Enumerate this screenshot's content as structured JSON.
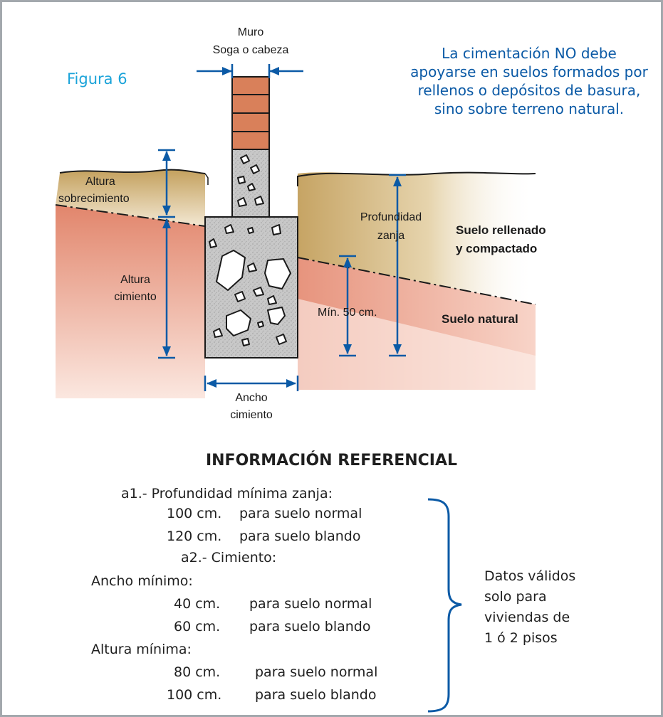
{
  "figure": {
    "label": "Figura 6",
    "note": "La cimentación NO debe apoyarse en suelos formados por rellenos o depósitos de basura, sino sobre terreno natural.",
    "wall_label_1": "Muro",
    "wall_label_2": "Soga o cabeza",
    "altura_sobrecimiento_1": "Altura",
    "altura_sobrecimiento_2": "sobrecimiento",
    "altura_cimiento_1": "Altura",
    "altura_cimiento_2": "cimiento",
    "profundidad_1": "Profundidad",
    "profundidad_2": "zanja",
    "min_depth": "Mín. 50 cm.",
    "ancho_1": "Ancho",
    "ancho_2": "cimiento",
    "suelo_rellenado_1": "Suelo rellenado",
    "suelo_rellenado_2": "y compactado",
    "suelo_natural": "Suelo natural",
    "colors": {
      "blue_arrow": "#0b5aa6",
      "label_cyan": "#1aa3d9",
      "brick": "#d77c57",
      "concrete": "#c9c9c9",
      "fill_soil": "#c4a15e",
      "natural_soil": "#e38c72"
    }
  },
  "info": {
    "title": "INFORMACIÓN REFERENCIAL",
    "a1_heading": "a1.- Profundidad mínima zanja:",
    "a1_lines": [
      {
        "value": "100 cm.",
        "desc": "para suelo normal"
      },
      {
        "value": "120 cm.",
        "desc": "para suelo blando"
      }
    ],
    "a2_heading": "a2.- Cimiento:",
    "ancho_label": "Ancho mínimo:",
    "ancho_lines": [
      {
        "value": "40 cm.",
        "desc": "para suelo normal"
      },
      {
        "value": "60 cm.",
        "desc": "para suelo blando"
      }
    ],
    "altura_label": "Altura mínima:",
    "altura_lines": [
      {
        "value": "80 cm.",
        "desc": "para suelo normal"
      },
      {
        "value": "100 cm.",
        "desc": "para suelo blando"
      }
    ],
    "note_lines": [
      "Datos válidos",
      "solo para",
      "viviendas de",
      "1 ó 2 pisos"
    ]
  }
}
